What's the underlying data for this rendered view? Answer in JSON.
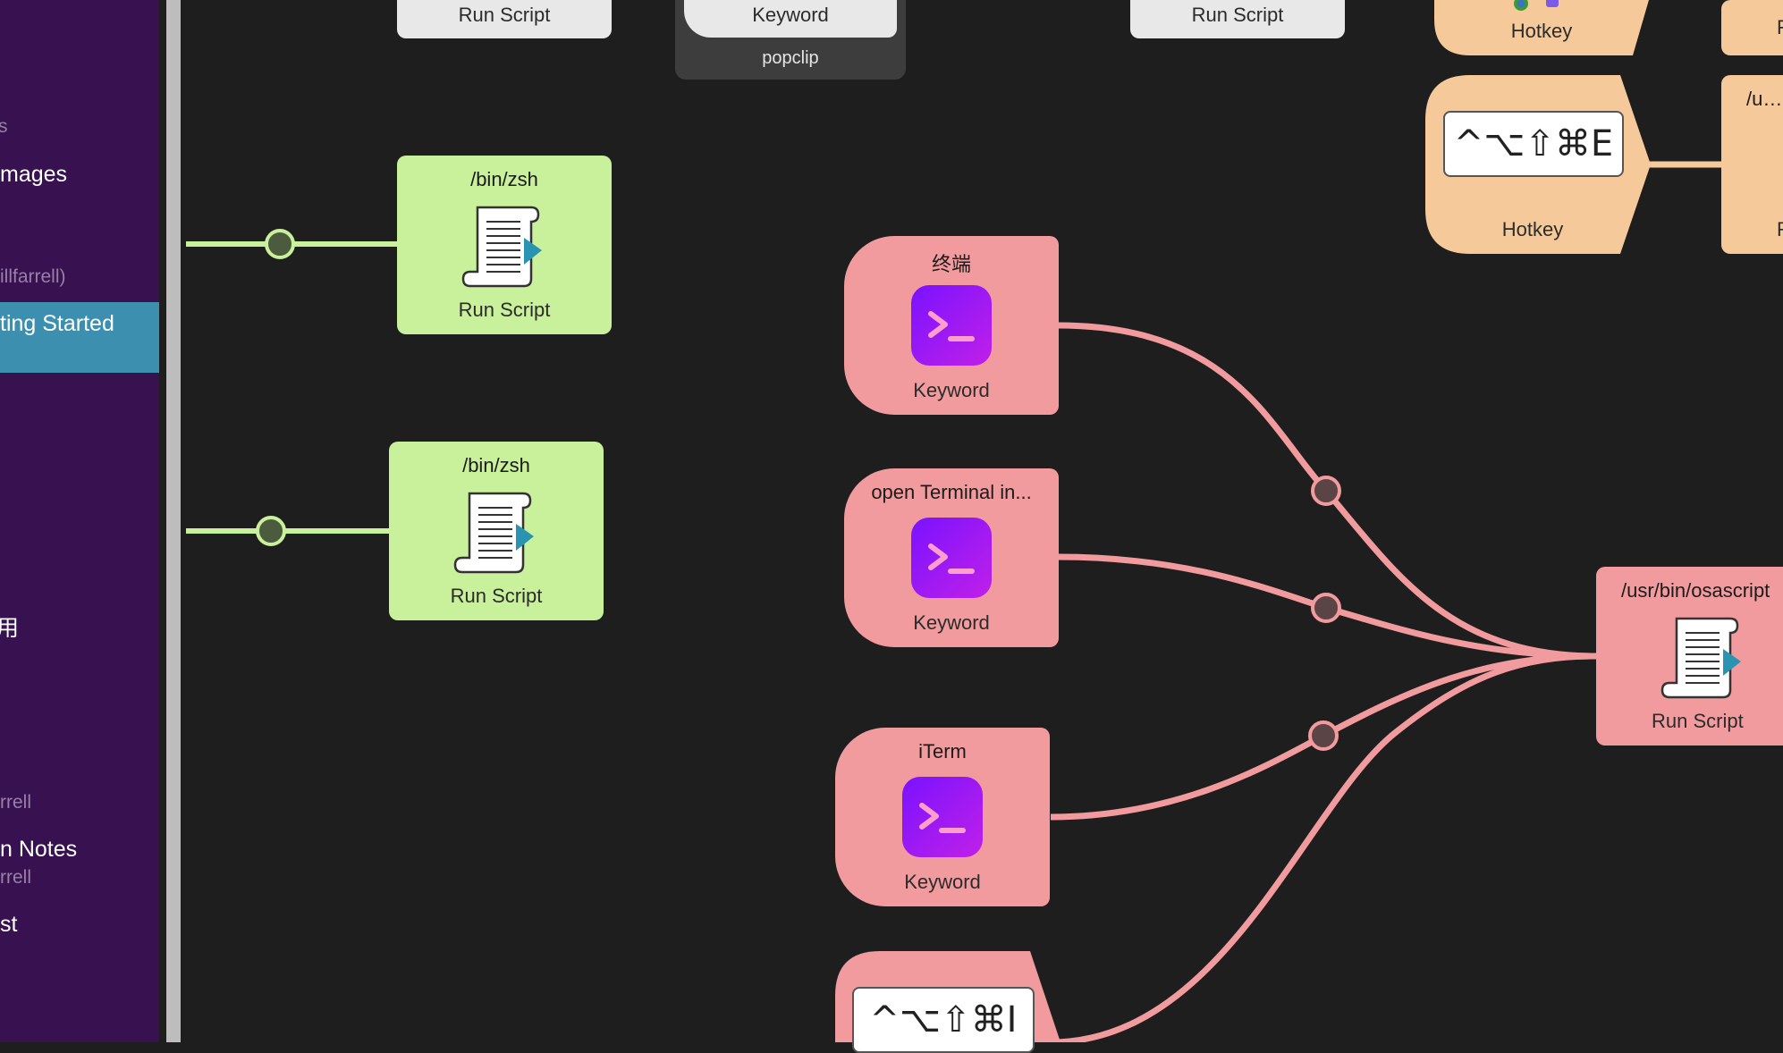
{
  "sidebar": {
    "items": [
      {
        "main": "mages",
        "sub": "s"
      },
      {
        "main": "ting Started",
        "sub": "illfarrell)",
        "selected": true
      },
      {
        "main": "用",
        "sub": ""
      },
      {
        "main": "n Notes",
        "sub": "rrell",
        "sub_above": "rrell"
      },
      {
        "main": "st",
        "sub": ""
      }
    ]
  },
  "canvas": {
    "top_nodes": {
      "run_script_1": "Run Script",
      "popclip_keyword": "Keyword",
      "popclip_group": "popclip",
      "run_script_2": "Run Script",
      "hotkey_top": "Hotkey"
    },
    "green_scripts": [
      {
        "title": "/bin/zsh",
        "label": "Run Script"
      },
      {
        "title": "/bin/zsh",
        "label": "Run Script"
      }
    ],
    "keywords": [
      {
        "title": "终端",
        "label": "Keyword"
      },
      {
        "title": "open Terminal in...",
        "label": "Keyword"
      },
      {
        "title": "iTerm",
        "label": "Keyword"
      }
    ],
    "pink_script": {
      "title": "/usr/bin/osascript",
      "label": "Run Script"
    },
    "hotkey_main": {
      "combo": "^⌥⇧⌘E",
      "label": "Hotkey"
    },
    "hotkey_bottom": {
      "combo": "^⌥⇧⌘I"
    },
    "orange_script": {
      "title": "/usr/",
      "label": "R"
    },
    "top_right_partial": {
      "label": "F"
    }
  },
  "colors": {
    "canvas_bg": "#1e1e1e",
    "sidebar_bg": "#371150",
    "sidebar_selected": "#3d8fb0",
    "green_node": "#c9f09b",
    "pink_node": "#f29b9e",
    "orange_node": "#f6c99a",
    "green_wire": "#c9f09b",
    "pink_wire": "#f29b9e"
  }
}
